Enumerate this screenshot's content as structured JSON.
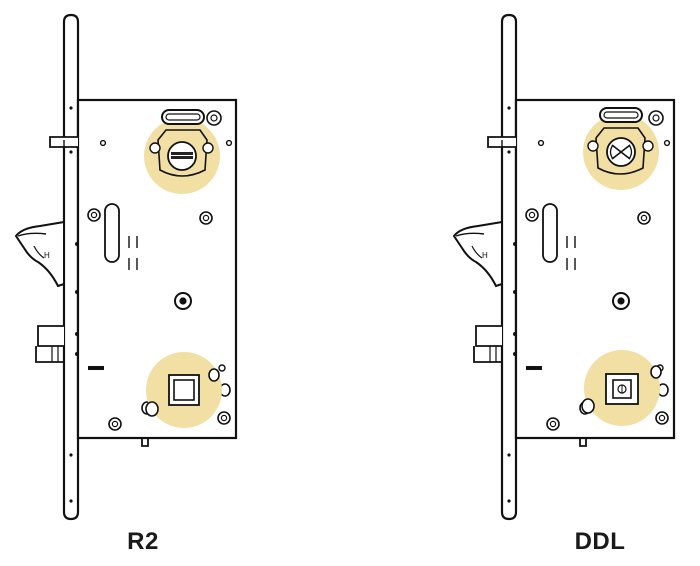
{
  "locks": [
    {
      "id": "r2",
      "caption": "R2",
      "latch_mark": "H",
      "top_insert": "slot",
      "bottom_insert": "square"
    },
    {
      "id": "ddl",
      "caption": "DDL",
      "latch_mark": "H",
      "top_insert": "cross",
      "bottom_insert": "square-dot"
    }
  ],
  "colors": {
    "stroke": "#111111",
    "highlight": "#f2dfa4",
    "highlight_edge": "#e9cf86",
    "background": "#ffffff",
    "slot_fill": "#222222"
  }
}
